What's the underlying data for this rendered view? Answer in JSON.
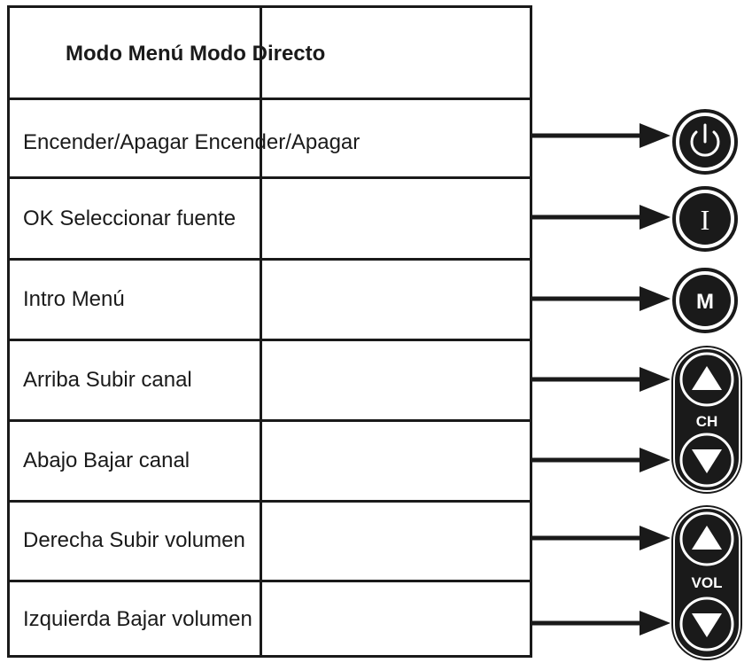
{
  "table": {
    "header": "Modo Menú Modo Directo",
    "rows": [
      "Encender/Apagar Encender/Apagar",
      "OK Seleccionar fuente",
      "Intro Menú",
      "Arriba Subir canal",
      "Abajo Bajar canal",
      "Derecha Subir volumen",
      "Izquierda Bajar volumen"
    ]
  },
  "buttons": {
    "power": {
      "icon": "power-icon"
    },
    "input": {
      "label": "I"
    },
    "menu": {
      "label": "M"
    },
    "ch_group": {
      "label": "CH",
      "up_icon": "up-triangle-icon",
      "down_icon": "down-triangle-icon"
    },
    "vol_group": {
      "label": "VOL",
      "up_icon": "up-triangle-icon",
      "down_icon": "down-triangle-icon"
    }
  },
  "colors": {
    "ink": "#1a1a1a",
    "button_fill": "#1a1a1a",
    "button_fg": "#ffffff"
  }
}
